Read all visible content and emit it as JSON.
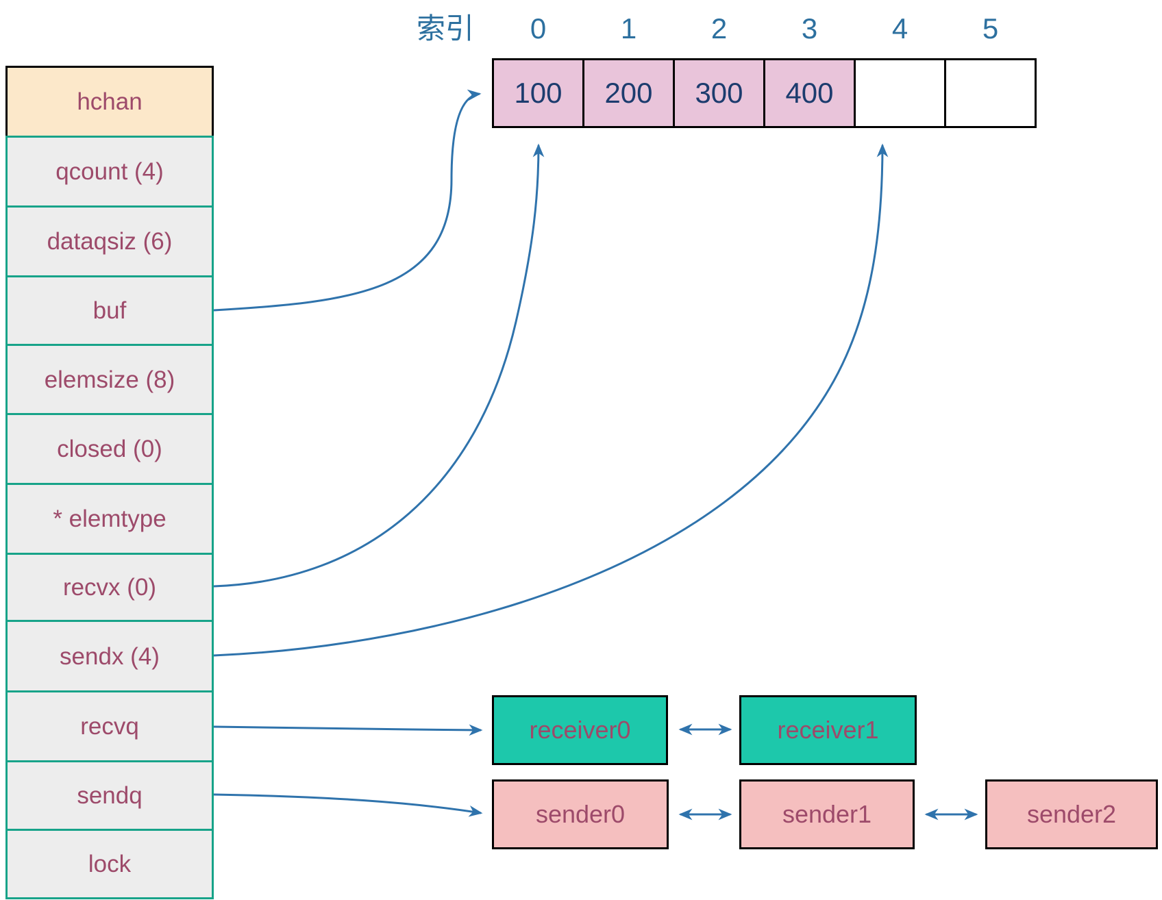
{
  "struct_table": {
    "header": "hchan",
    "rows": [
      "qcount (4)",
      "dataqsiz (6)",
      "buf",
      "elemsize (8)",
      "closed (0)",
      "* elemtype",
      "recvx (0)",
      "sendx (4)",
      "recvq",
      "sendq",
      "lock"
    ]
  },
  "buffer_array": {
    "index_label": "索引",
    "indices": [
      "0",
      "1",
      "2",
      "3",
      "4",
      "5"
    ],
    "cells": [
      {
        "value": "100",
        "filled": true
      },
      {
        "value": "200",
        "filled": true
      },
      {
        "value": "300",
        "filled": true
      },
      {
        "value": "400",
        "filled": true
      },
      {
        "value": "",
        "filled": false
      },
      {
        "value": "",
        "filled": false
      }
    ]
  },
  "receivers": [
    "receiver0",
    "receiver1"
  ],
  "senders": [
    "sender0",
    "sender1",
    "sender2"
  ],
  "edges": [
    {
      "from": "buf",
      "to": "buffer-array-cell-0-left-edge"
    },
    {
      "from": "recvx (0)",
      "to": "buffer-array-cell-0-bottom"
    },
    {
      "from": "sendx (4)",
      "to": "buffer-array-cell-4-bottom"
    },
    {
      "from": "recvq",
      "to": "receiver0"
    },
    {
      "from": "sendq",
      "to": "sender0"
    },
    {
      "from": "receiver0",
      "to": "receiver1",
      "bidirectional": true
    },
    {
      "from": "sender0",
      "to": "sender1",
      "bidirectional": true
    },
    {
      "from": "sender1",
      "to": "sender2",
      "bidirectional": true
    }
  ],
  "colors": {
    "struct_header_fill": "#fce8ca",
    "struct_row_fill": "#ededed",
    "struct_border_teal": "#17a389",
    "label_maroon": "#9d4a6a",
    "cell_fill_pink": "#e9c4da",
    "cell_value_navy": "#1c3c6e",
    "index_blue": "#2d709f",
    "arrow_blue": "#2f73ac",
    "receiver_fill": "#1dc8ab",
    "sender_fill": "#f5bfbf",
    "box_border": "#000000"
  }
}
